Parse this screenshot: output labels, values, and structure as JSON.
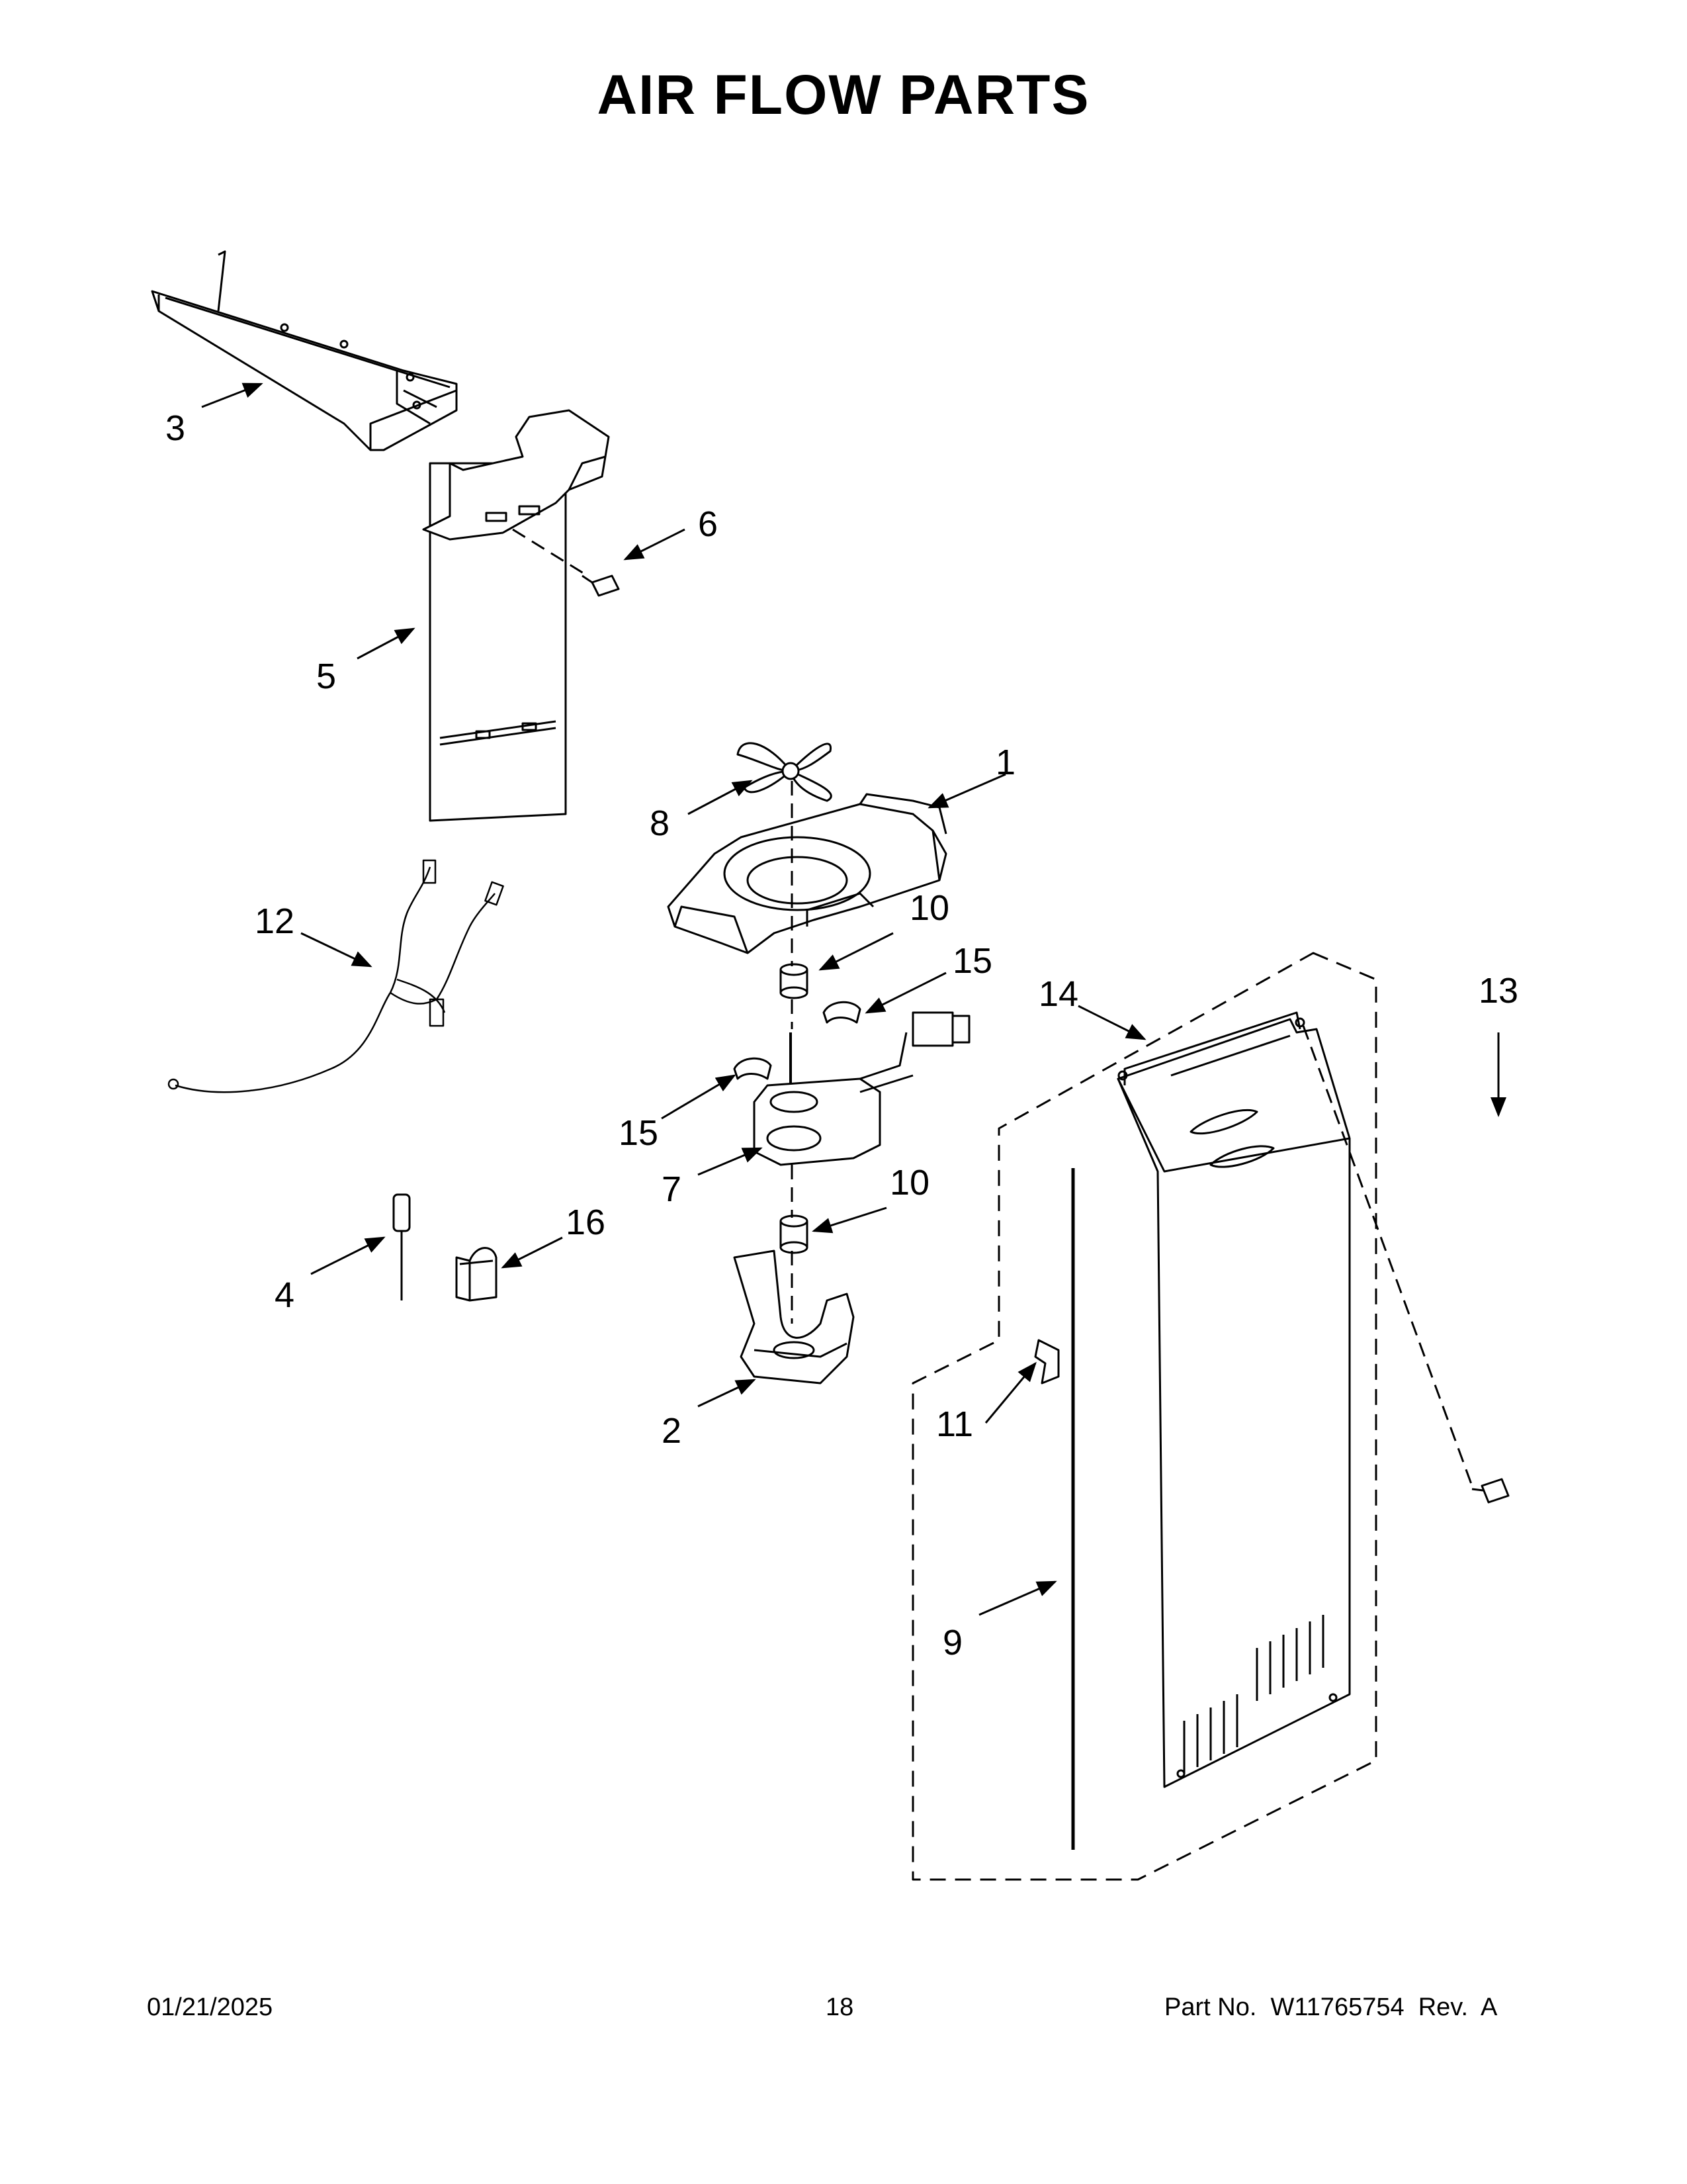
{
  "title": "AIR FLOW PARTS",
  "callouts": {
    "c1": "1",
    "c2": "2",
    "c3": "3",
    "c4": "4",
    "c5": "5",
    "c6": "6",
    "c7": "7",
    "c8": "8",
    "c9": "9",
    "c10a": "10",
    "c10b": "10",
    "c11": "11",
    "c12": "12",
    "c13": "13",
    "c14": "14",
    "c15a": "15",
    "c15b": "15",
    "c16": "16"
  },
  "footer": {
    "date": "01/21/2025",
    "page": "18",
    "part": "Part No.  W11765754  Rev.  A"
  }
}
